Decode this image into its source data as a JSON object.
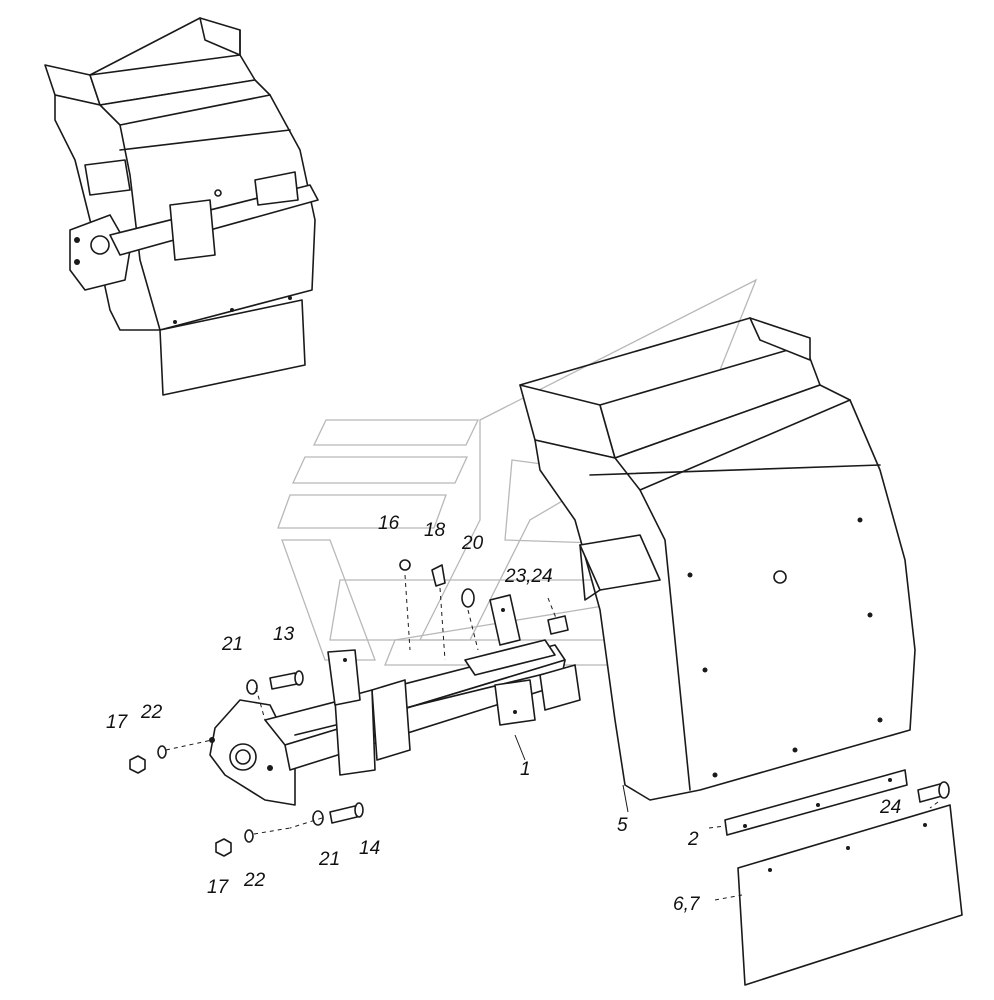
{
  "labels": {
    "l16": "16",
    "l18": "18",
    "l20": "20",
    "l23_24": "23,24",
    "l21a": "21",
    "l13": "13",
    "l17a": "17",
    "l22a": "22",
    "l1": "1",
    "l5": "5",
    "l24": "24",
    "l2": "2",
    "l21b": "21",
    "l14": "14",
    "l17b": "17",
    "l22b": "22",
    "l6_7": "6,7"
  }
}
